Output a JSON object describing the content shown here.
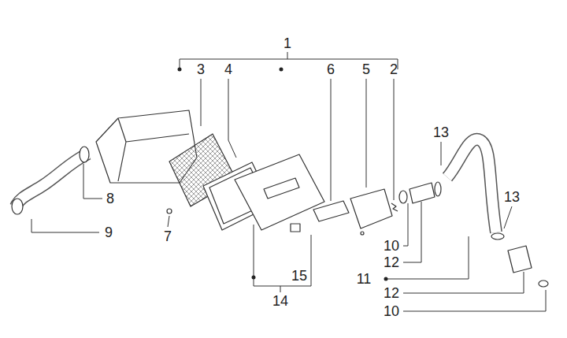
{
  "diagram": {
    "labels": [
      "1",
      "3",
      "4",
      "6",
      "5",
      "2",
      "13",
      "13",
      "8",
      "9",
      "7",
      "10",
      "12",
      "15",
      "11",
      "12",
      "14",
      "10"
    ]
  }
}
